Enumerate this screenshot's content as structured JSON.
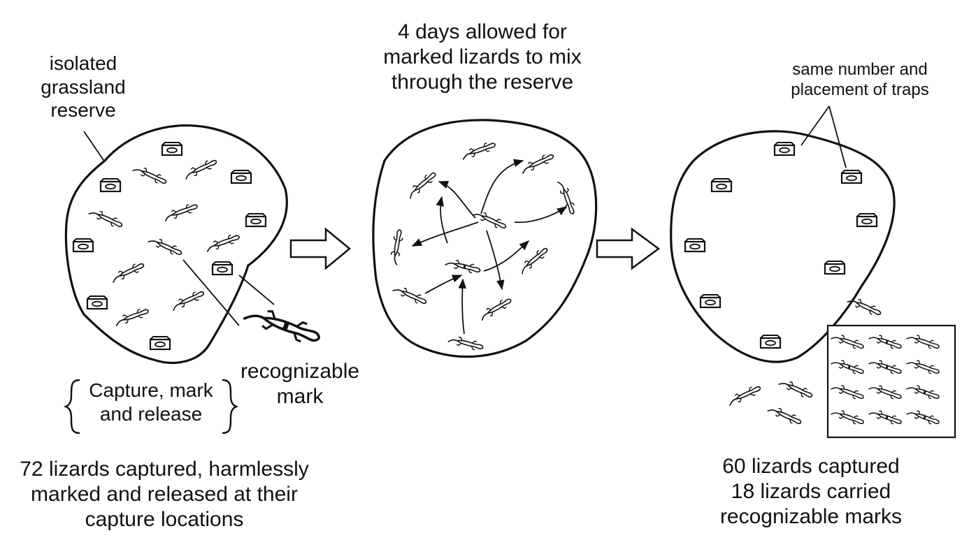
{
  "stage1": {
    "reserve_label": [
      "isolated",
      "grassland",
      "reserve"
    ],
    "mark_label": [
      "recognizable",
      "mark"
    ],
    "bracket_label": [
      "Capture, mark",
      "and release"
    ],
    "caption": [
      "72 lizards captured, harmlessly",
      "marked and released at their",
      "capture locations"
    ]
  },
  "stage2": {
    "caption": [
      "4 days allowed for",
      "marked lizards to mix",
      "through the reserve"
    ]
  },
  "stage3": {
    "traps_label": [
      "same number and",
      "placement of traps"
    ],
    "caption": [
      "60 lizards captured",
      "18 lizards carried",
      "recognizable marks"
    ]
  },
  "icons": {
    "trap": "trap-icon",
    "lizard": "lizard-icon",
    "marked_lizard": "marked-lizard-icon",
    "arrow": "right-arrow-icon"
  },
  "colors": {
    "ink": "#111111",
    "paper": "#ffffff"
  }
}
